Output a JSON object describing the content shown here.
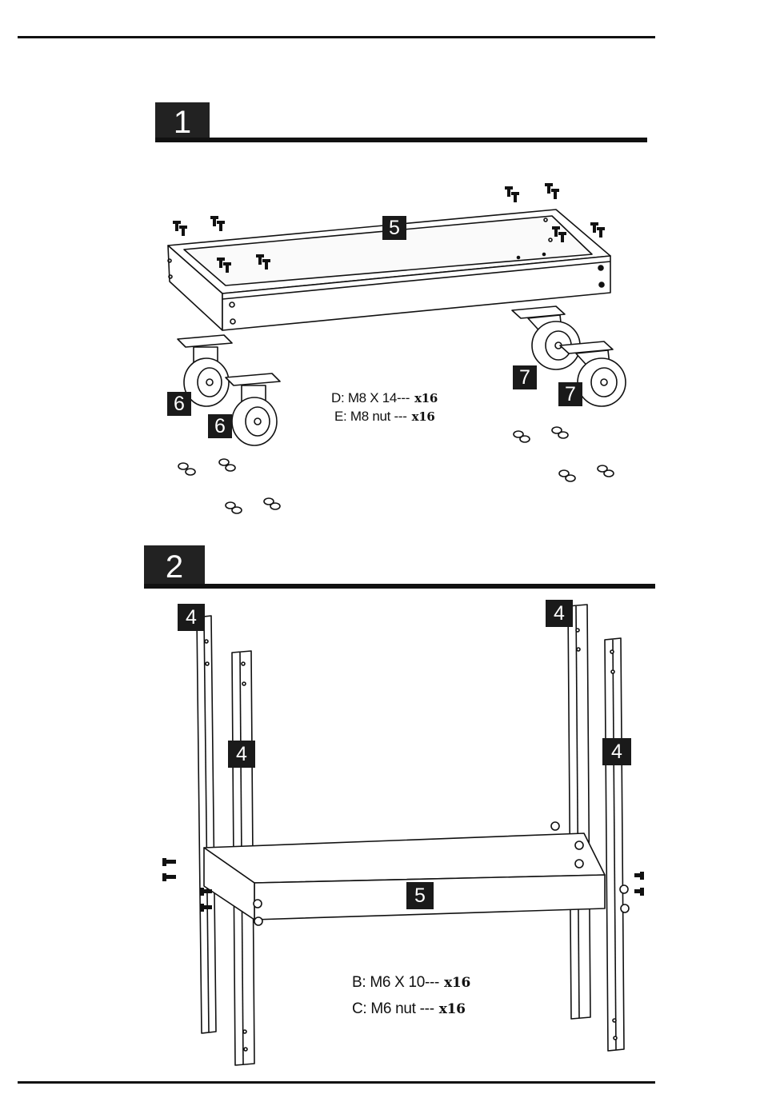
{
  "steps": [
    {
      "number": "1"
    },
    {
      "number": "2"
    }
  ],
  "labels": {
    "frame": "5",
    "fixed_caster": "6",
    "swivel_caster": "7",
    "leg": "4"
  },
  "hardware_step1": [
    {
      "name": "D: M8 X 14---",
      "qty": "x16"
    },
    {
      "name": "E: M8 nut  ---",
      "qty": "x16"
    }
  ],
  "hardware_step2": [
    {
      "name": "B: M6 X 10---",
      "qty": "x16"
    },
    {
      "name": "C: M6 nut  ---",
      "qty": "x16"
    }
  ]
}
